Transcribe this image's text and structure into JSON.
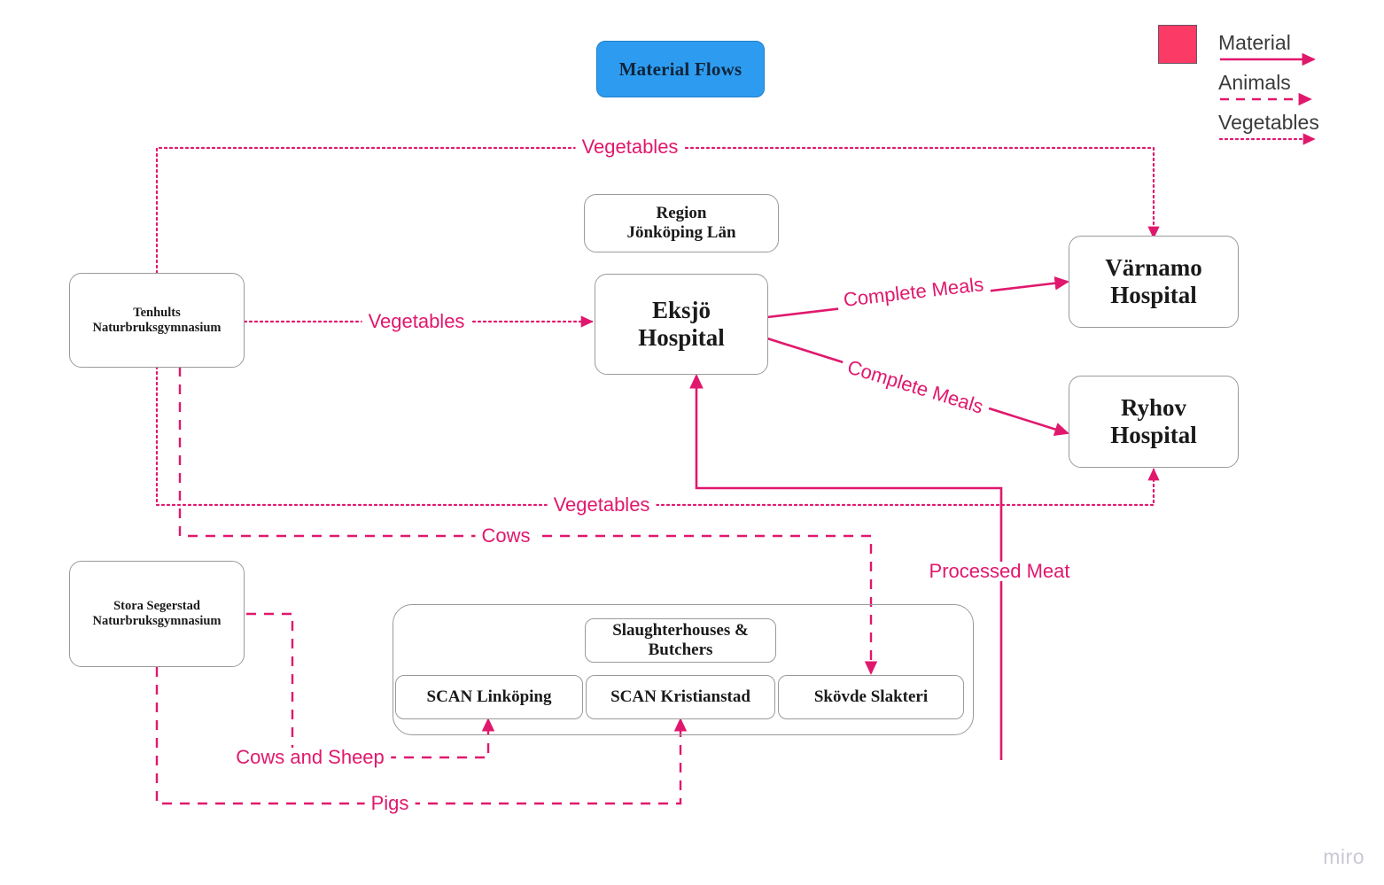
{
  "title": {
    "label": "Material Flows",
    "color": "#2d9cf0"
  },
  "legend": {
    "swatch_color": "#fb3a66",
    "line_color": "#e0186d",
    "items": [
      {
        "label": "Material",
        "style": "solid"
      },
      {
        "label": "Animals",
        "style": "dashed"
      },
      {
        "label": "Vegetables",
        "style": "dotted"
      }
    ]
  },
  "nodes": {
    "tenhults": "Tenhults\nNaturbruksgymnasium",
    "tenhults_l1": "Tenhults",
    "tenhults_l2": "Naturbruksgymnasium",
    "stora_l1": "Stora Segerstad",
    "stora_l2": "Naturbruksgymnasium",
    "region_l1": "Region",
    "region_l2": "Jönköping Län",
    "eksjo_l1": "Eksjö",
    "eksjo_l2": "Hospital",
    "varnamo_l1": "Värnamo",
    "varnamo_l2": "Hospital",
    "ryhov_l1": "Ryhov",
    "ryhov_l2": "Hospital",
    "slaughter_l1": "Slaughterhouses &",
    "slaughter_l2": "Butchers",
    "scan_linkoping": "SCAN Linköping",
    "scan_kristianstad": "SCAN Kristianstad",
    "skovde": "Skövde Slakteri"
  },
  "edge_labels": {
    "vegetables_top": "Vegetables",
    "vegetables_mid": "Vegetables",
    "vegetables_bottom": "Vegetables",
    "complete_meals_1": "Complete Meals",
    "complete_meals_2": "Complete Meals",
    "cows": "Cows",
    "processed_meat": "Processed Meat",
    "cows_and_sheep": "Cows and Sheep",
    "pigs": "Pigs"
  },
  "watermark": "miro"
}
